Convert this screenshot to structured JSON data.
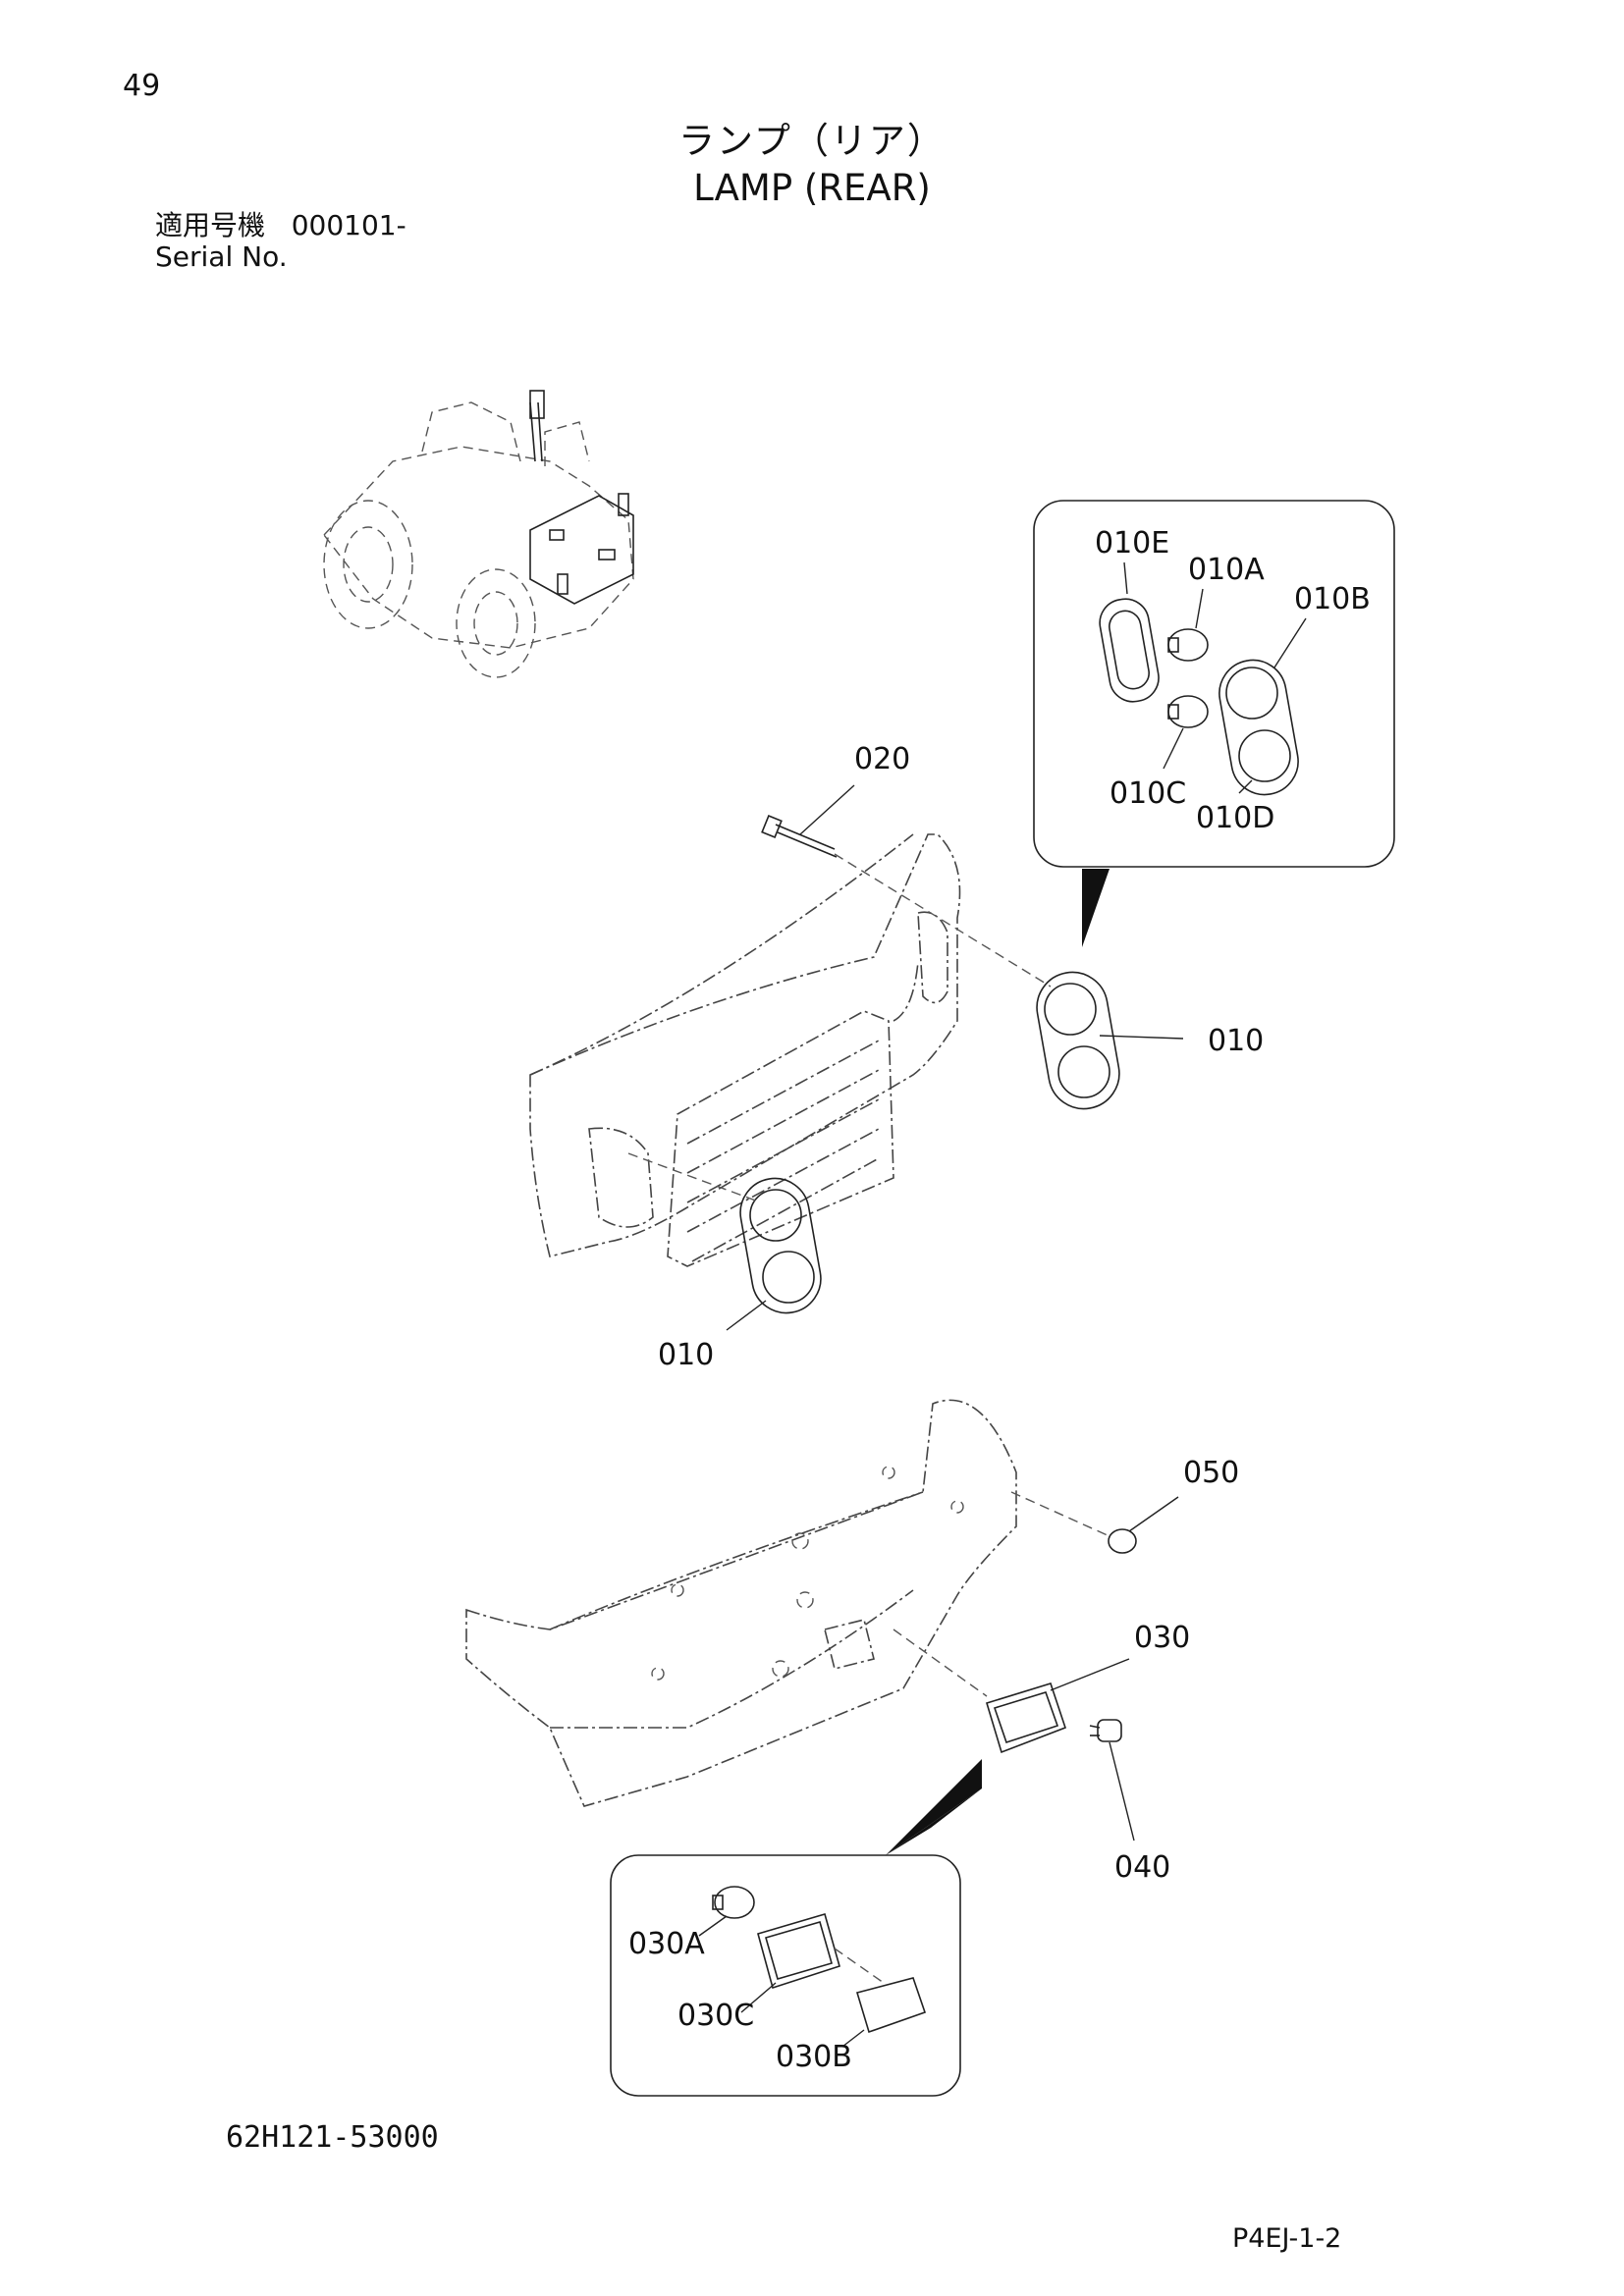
{
  "page_number": "49",
  "title_jp": "ランプ（リア）",
  "title_en": "LAMP (REAR)",
  "serial": {
    "label_jp": "適用号機",
    "number": "000101-",
    "label_en": "Serial No."
  },
  "drawing_number": "62H121-53000",
  "page_code": "P4EJ-1-2",
  "callouts": {
    "c010E": "010E",
    "c010A": "010A",
    "c010B": "010B",
    "c010C": "010C",
    "c010D": "010D",
    "c020": "020",
    "c010_right": "010",
    "c010_left": "010",
    "c050": "050",
    "c030": "030",
    "c040": "040",
    "c030A": "030A",
    "c030C": "030C",
    "c030B": "030B"
  }
}
